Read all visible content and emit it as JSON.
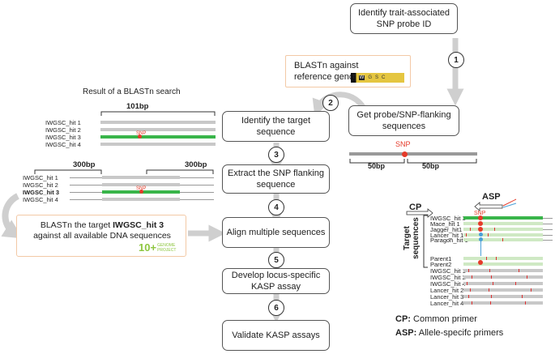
{
  "flow": {
    "box_identify_snp": "Identify trait-associated SNP probe ID",
    "box_blastn_ref": "BLASTn against reference genome",
    "box_get_flanking": "Get probe/SNP-flanking sequences",
    "box_identify_target": "Identify the target sequence",
    "box_extract_snp": "Extract the SNP flanking sequence",
    "box_align": "Align multiple sequences",
    "box_develop_kasp": "Develop locus-specific KASP assay",
    "box_validate": "Validate KASP assays",
    "box_blastn_target_pre": "BLASTn the target ",
    "box_blastn_target_bold": "IWGSC_hit 3",
    "box_blastn_target_post": "against all available DNA sequences",
    "steps": [
      "1",
      "2",
      "3",
      "4",
      "5",
      "6"
    ]
  },
  "blast_result": {
    "title": "Result of a BLASTn search",
    "length_label": "101bp",
    "hits": [
      "IWGSC_hit 1",
      "IWGSC_hit 2",
      "IWGSC_hit 3",
      "IWGSC_hit 4"
    ],
    "snp_label": "SNP"
  },
  "extended": {
    "left_flank": "300bp",
    "right_flank": "300bp",
    "hits": [
      "IWGSC_hit 1",
      "IWGSC_hit 2",
      "IWGSC_hit 3",
      "IWGSC_hit 4"
    ],
    "snp_label": "SNP"
  },
  "flank_diagram": {
    "snp_label": "SNP",
    "left": "50bp",
    "right": "50bp"
  },
  "logo": {
    "big": "10+",
    "line1": "GENOME",
    "line2": "PROJECT"
  },
  "genome_browser_letters": [
    "T",
    "W",
    "G",
    "S",
    "C"
  ],
  "alignment": {
    "cp": "CP",
    "asp": "ASP",
    "snp": "SNP",
    "group_label": "Target sequences",
    "rows": [
      "IWGSC_hit 3",
      "Mace_hit 1",
      "Jagger_hit1",
      "Lancer_hit 1",
      "Paragon_hit 1",
      "Parent1",
      "Parent2",
      "IWGSC_hit 1",
      "IWGSC_hit 2",
      "IWGSC_hit 4",
      "Lancer_hit 2",
      "Lancer_hit 3",
      "Lancer_hit 4"
    ]
  },
  "legend": {
    "cp_key": "CP:",
    "cp_text": " Common primer",
    "asp_key": "ASP:",
    "asp_text": " Allele-specifc primers"
  },
  "colors": {
    "arrow": "#cfcfcf",
    "highlight_border": "#f3c9a6",
    "green": "#39b54a",
    "snp_red": "#e53b2a",
    "logo_green": "#8dc63f"
  }
}
